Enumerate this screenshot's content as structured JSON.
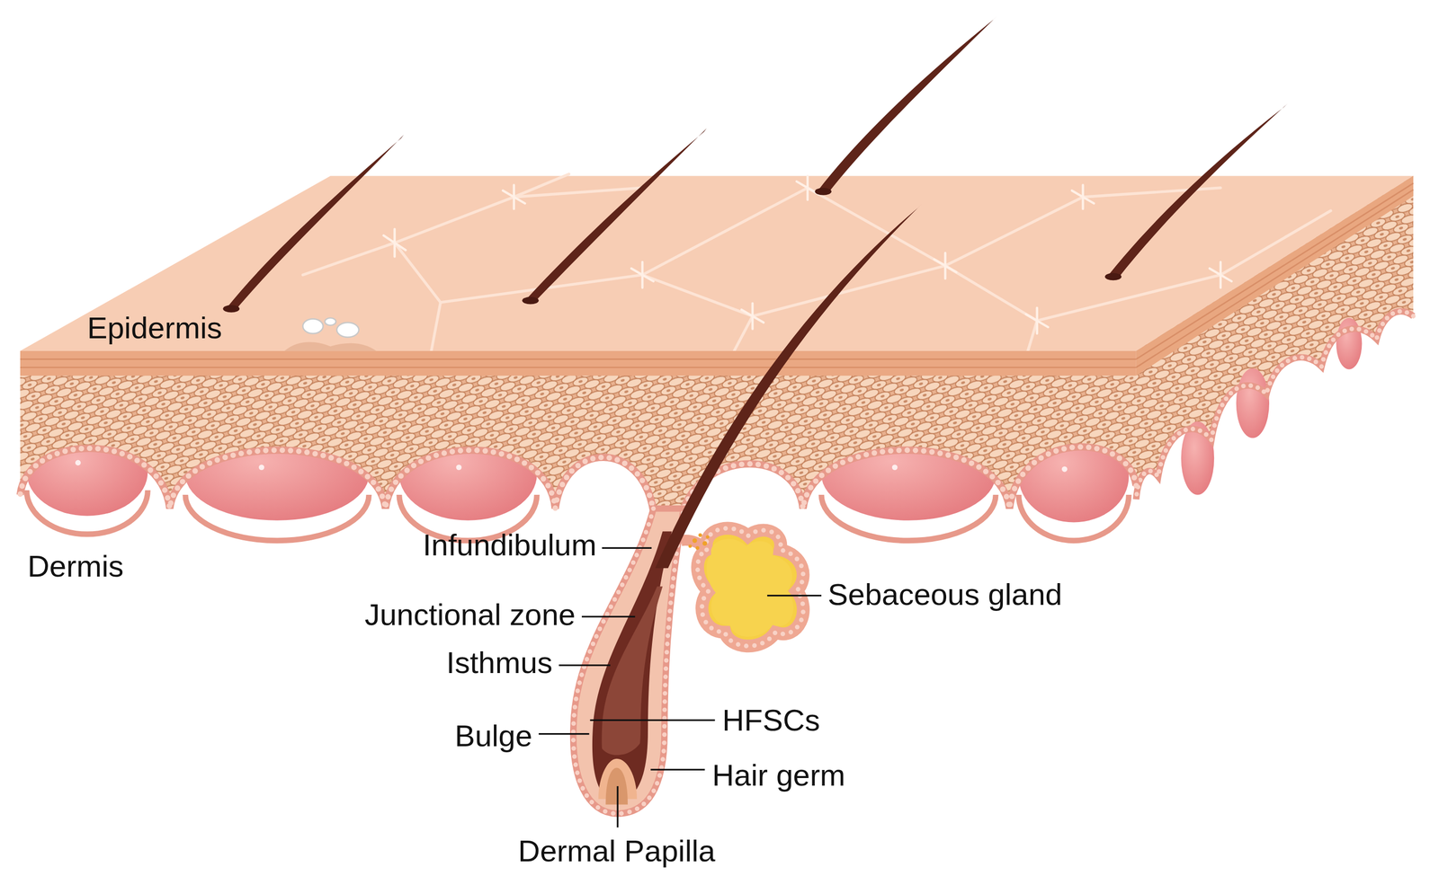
{
  "diagram": {
    "labels": [
      "Epidermis",
      "Infundibulum",
      "Dermis",
      "Sebaceous gland",
      "Junctional zone",
      "Isthmus",
      "HFSCs",
      "Bulge",
      "Hair germ",
      "Dermal Papilla"
    ]
  }
}
